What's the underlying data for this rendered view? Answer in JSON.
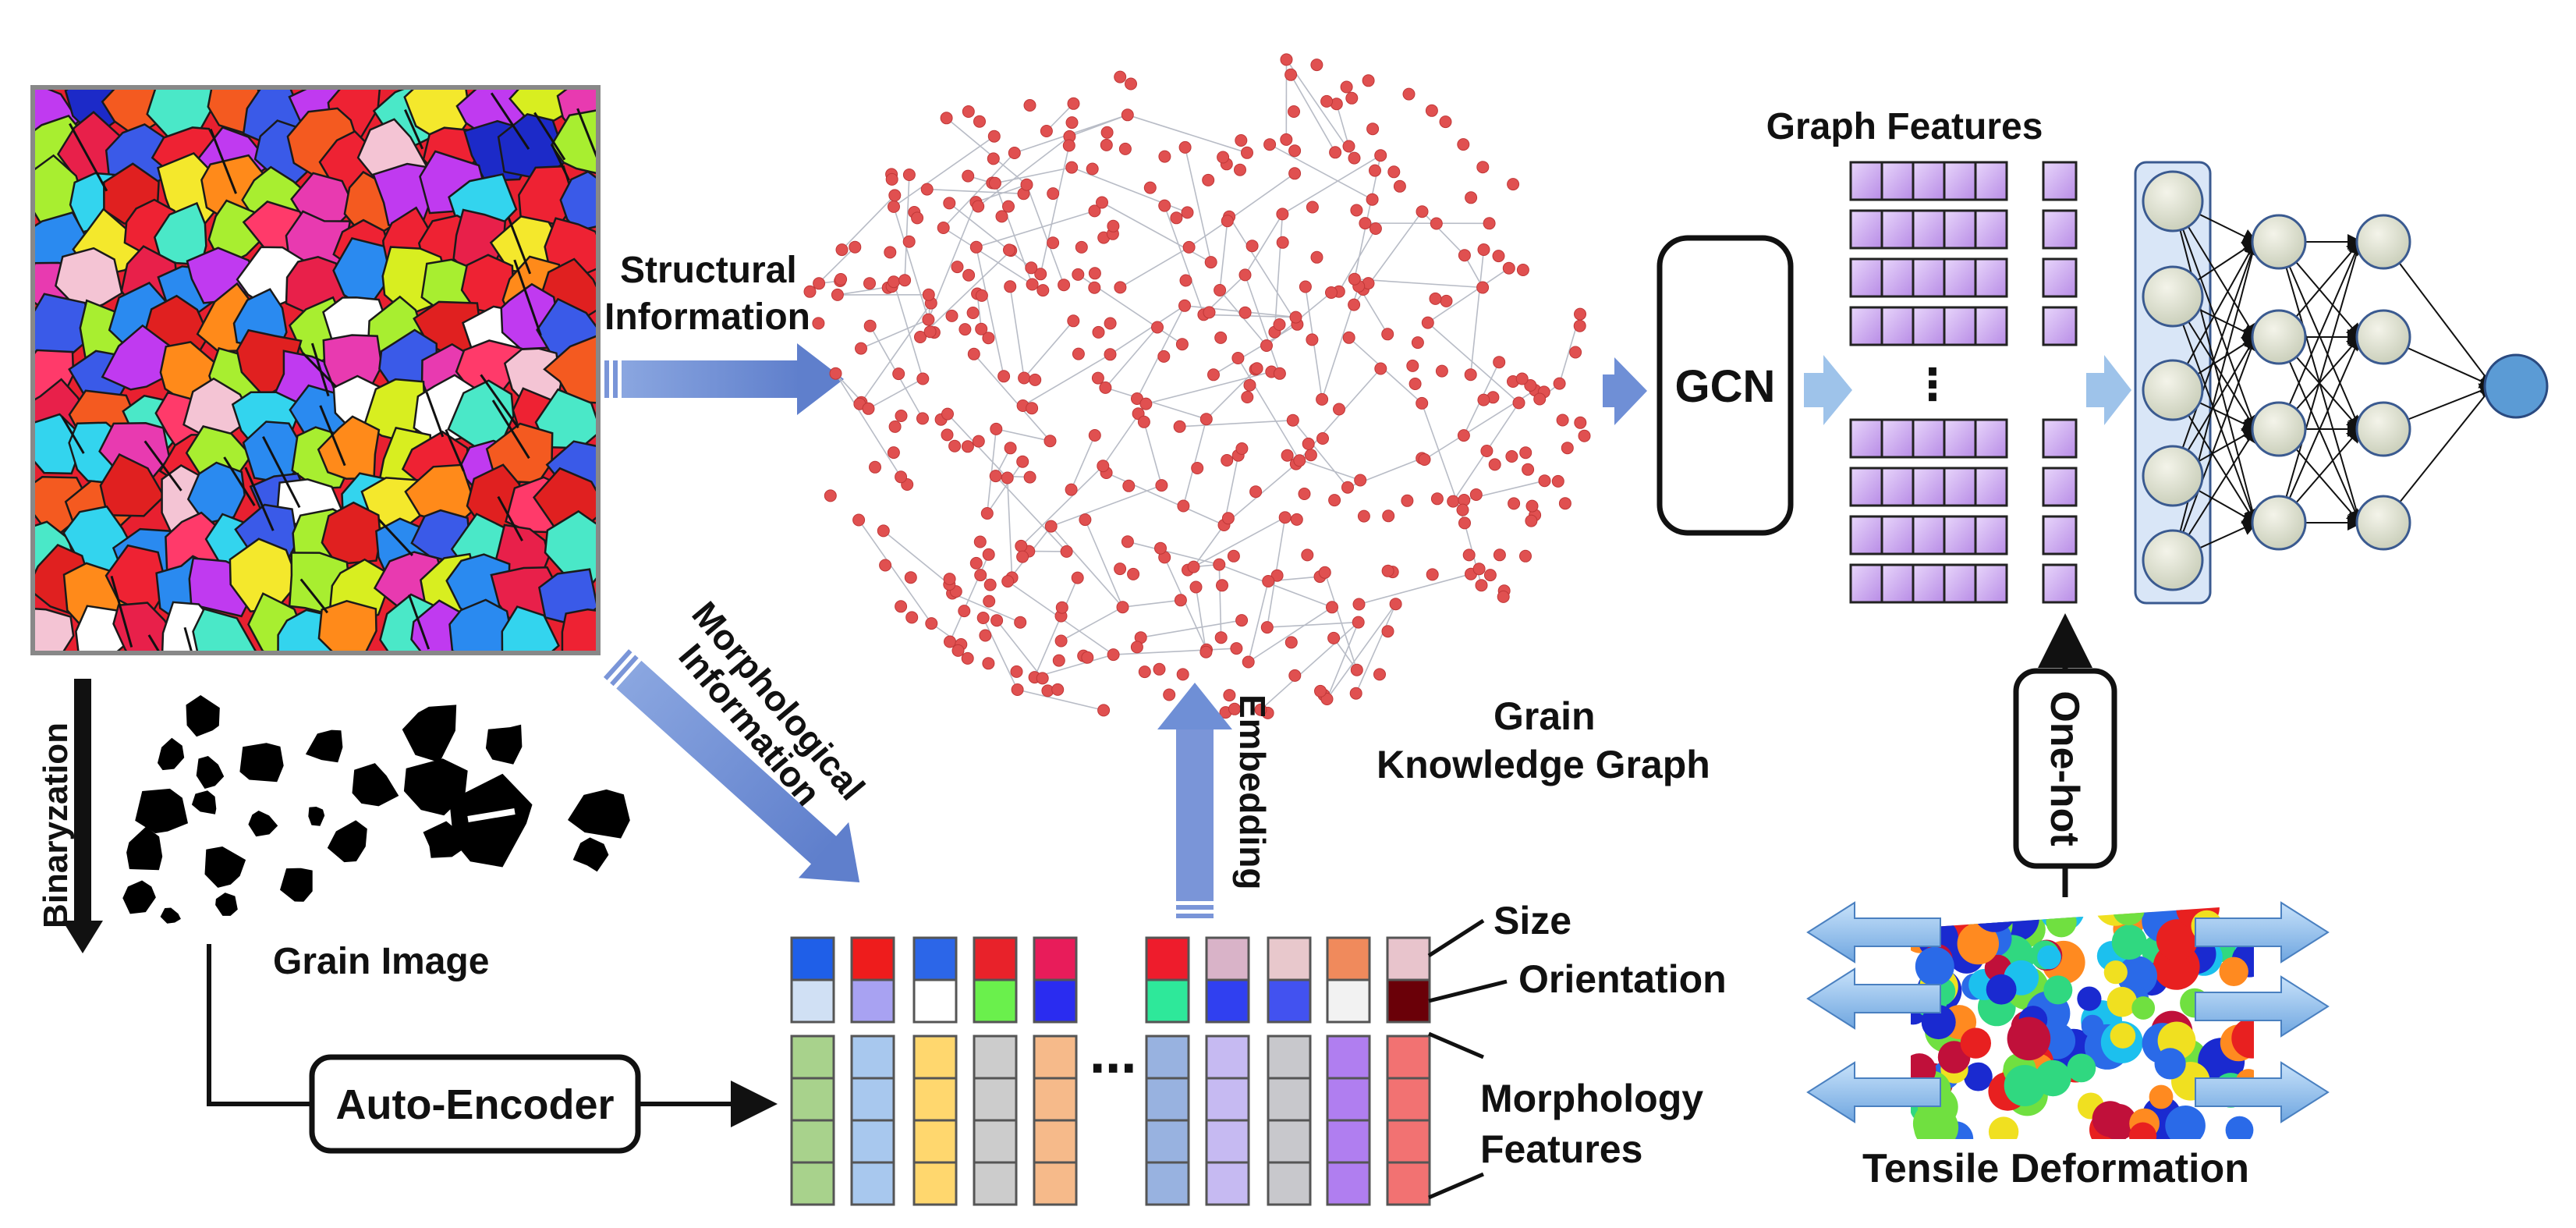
{
  "labels": {
    "structural_line1": "Structural",
    "structural_line2": "Information",
    "morph_line1": "Morphological",
    "morph_line2": "Information",
    "binaryzation": "Binaryzation",
    "grain_image": "Grain Image",
    "auto_encoder": "Auto-Encoder",
    "embedding": "Embedding",
    "graph_line1": "Grain",
    "graph_line2": "Knowledge Graph",
    "size": "Size",
    "orientation": "Orientation",
    "morph_feat_line1": "Morphology",
    "morph_feat_line2": "Features",
    "graph_features": "Graph Features",
    "gcn": "GCN",
    "one_hot": "One-hot",
    "tensile": "Tensile Deformation",
    "vdots": "⋮",
    "hdots": "⋯"
  },
  "colors": {
    "arrow_blue": "#6f8fd6",
    "arrow_light": "#9ec3ea",
    "node_red": "#e05050",
    "edge_gray": "#b8bcc6",
    "feature_purple": "#c9a6ee",
    "nn_panel": "#d9e6f7",
    "output_node": "#5b9bd5"
  },
  "feature_columns": {
    "size_colors": [
      "#1f5fe8",
      "#ee1c1c",
      "#2c66e8",
      "#e8222a",
      "#e81c5a",
      "#ee1c2c",
      "#d9b3c8",
      "#e8c8cc",
      "#f08a5c",
      "#e8c4cc"
    ],
    "orientation_colors": [
      "#d0e0f4",
      "#a8a2f2",
      "#ffffff",
      "#6af04c",
      "#2a2cf0",
      "#2ee89a",
      "#3040f0",
      "#4252f0",
      "#f2f2f2",
      "#6a0008"
    ],
    "morph_colors": [
      "#a8d28c",
      "#a8c8ee",
      "#ffd76e",
      "#cccccc",
      "#f6ba8a",
      "#98b2e0",
      "#c6baf2",
      "#c8c8cc",
      "#b07ef0",
      "#f27272"
    ]
  }
}
